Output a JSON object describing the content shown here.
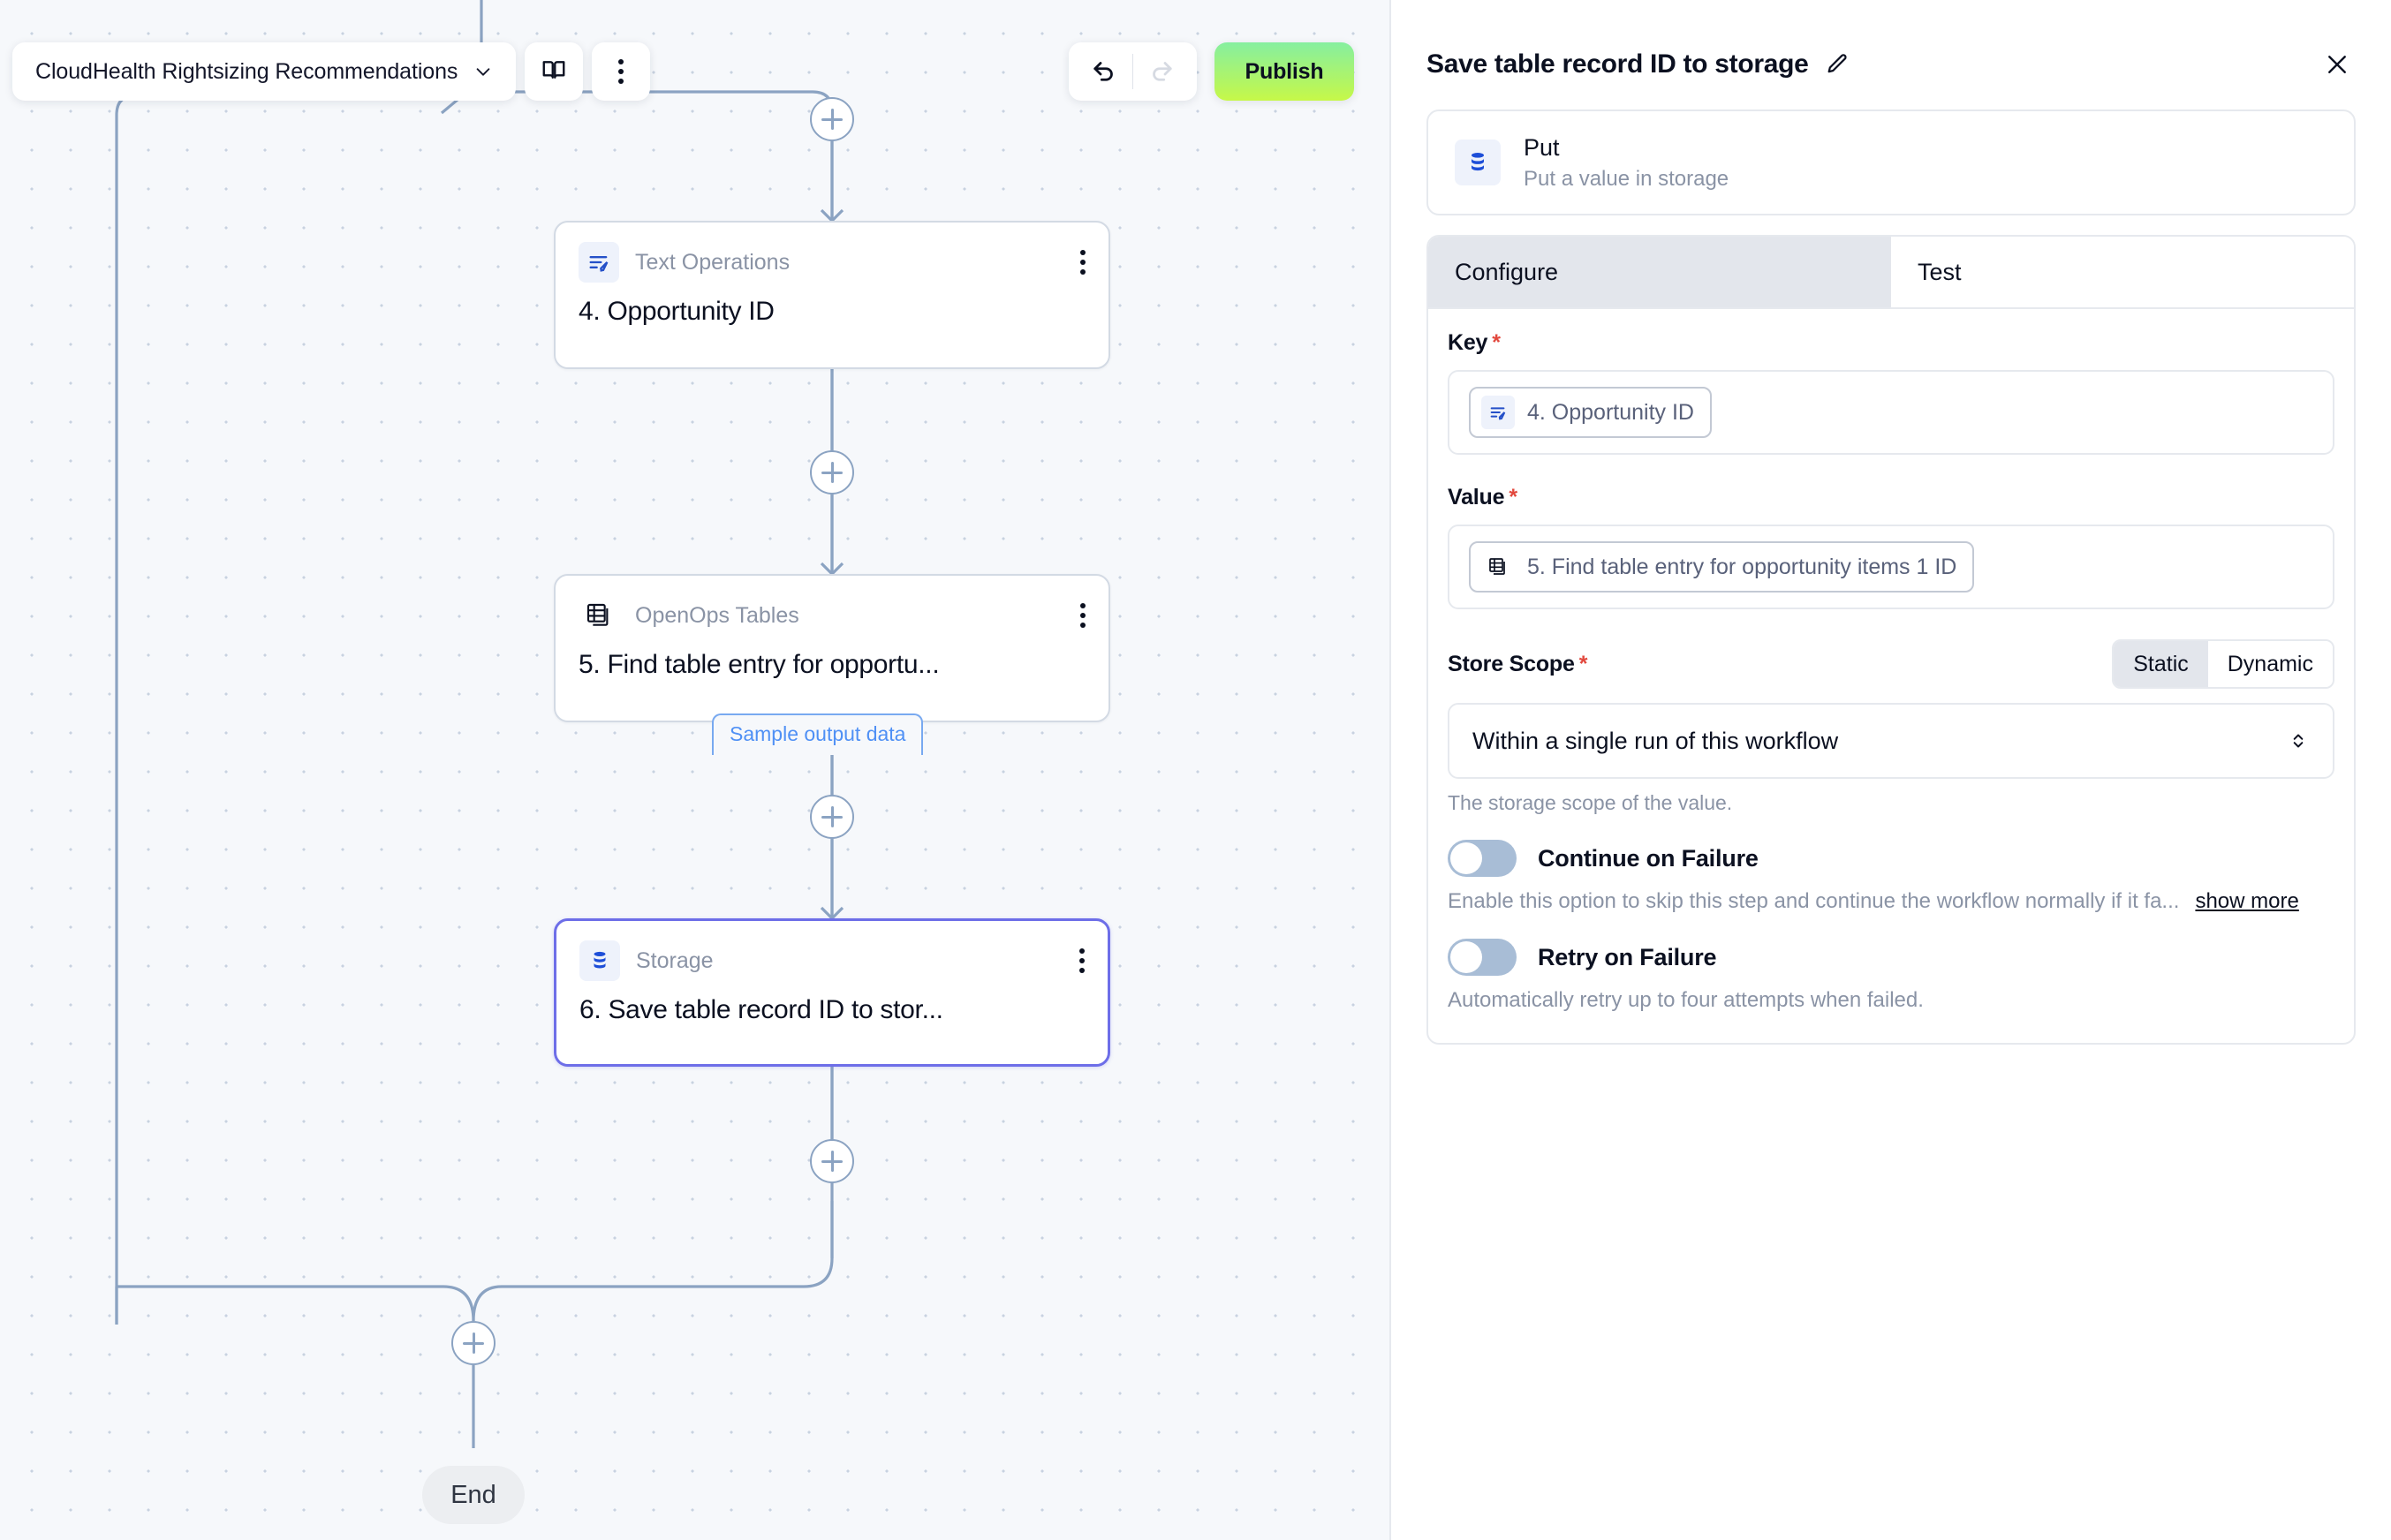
{
  "canvas": {
    "toolbar": {
      "workflow_name": "CloudHealth Rightsizing Recommendations",
      "chevron_icon": "chevron-down-icon",
      "docs_icon": "book-icon",
      "more_icon": "kebab-menu-icon",
      "undo_icon": "undo-arrow-icon",
      "redo_icon": "redo-arrow-icon",
      "publish_label": "Publish"
    },
    "nodes": [
      {
        "piece": "Text Operations",
        "title": "4. Opportunity ID",
        "icon": "text-operations-icon",
        "selected": false
      },
      {
        "piece": "OpenOps Tables",
        "title": "5. Find table entry for opportu...",
        "icon": "tables-icon",
        "selected": false
      },
      {
        "piece": "Storage",
        "title": "6. Save table record ID to stor...",
        "icon": "storage-database-icon",
        "selected": true
      }
    ],
    "sample_output_badge": "Sample output data",
    "add_step_icon": "plus-icon",
    "end_label": "End"
  },
  "panel": {
    "title": "Save table record ID to storage",
    "edit_icon": "pencil-icon",
    "close_icon": "close-x-icon",
    "piece": {
      "name": "Put",
      "description": "Put a value in storage",
      "icon": "storage-database-icon"
    },
    "tabs": [
      {
        "label": "Configure",
        "active": true
      },
      {
        "label": "Test",
        "active": false
      }
    ],
    "fields": {
      "key": {
        "label": "Key",
        "required_mark": "*",
        "chip_text": "4. Opportunity ID",
        "chip_icon": "text-operations-icon"
      },
      "value": {
        "label": "Value",
        "required_mark": "*",
        "chip_text": "5. Find table entry for opportunity items 1 ID",
        "chip_icon": "tables-icon"
      },
      "store_scope": {
        "label": "Store Scope",
        "required_mark": "*",
        "mode_static": "Static",
        "mode_dynamic": "Dynamic",
        "active_mode": "Static",
        "selected_option": "Within a single run of this workflow",
        "helper": "The storage scope of the value.",
        "select_icon": "chevron-updown-icon"
      }
    },
    "continue_on_failure": {
      "label": "Continue on Failure",
      "description": "Enable this option to skip this step and continue the workflow normally if it fa...",
      "show_more": "show more",
      "enabled": false
    },
    "retry_on_failure": {
      "label": "Retry on Failure",
      "description": "Automatically retry up to four attempts when failed.",
      "enabled": false
    }
  },
  "colors": {
    "accent_blue": "#4f90f5",
    "selected_node": "#6d6ee8",
    "publish_from": "#86efa0",
    "publish_to": "#c6f848",
    "edge": "#8ba3c2",
    "required": "#e2483d"
  }
}
